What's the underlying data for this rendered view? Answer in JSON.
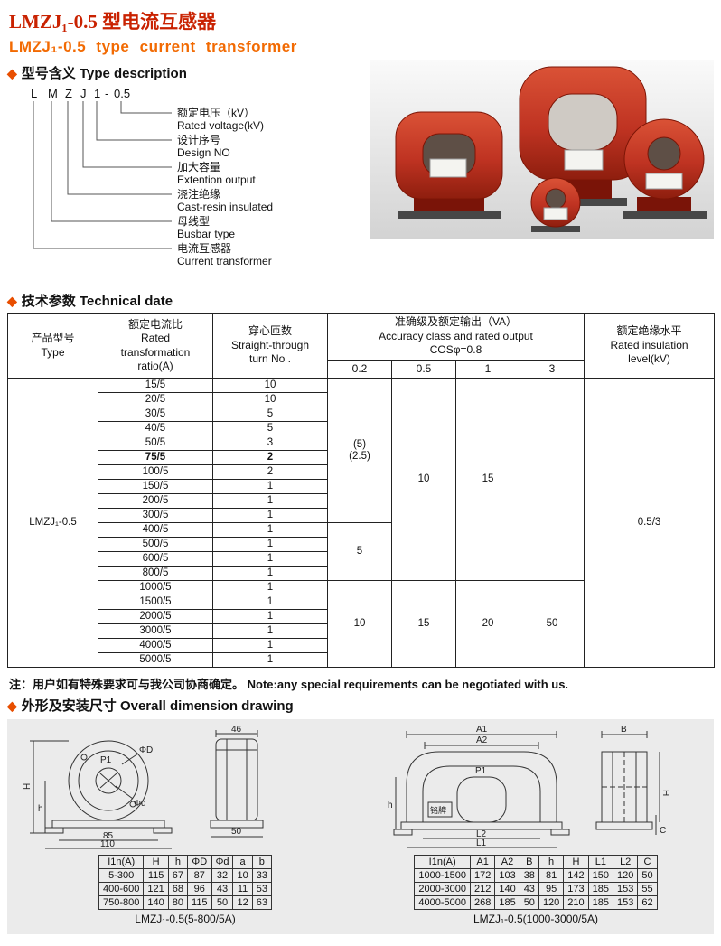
{
  "page": {
    "title_cn": "LMZJ₁-0.5 型电流互感器",
    "title_en": "LMZJ₁-0.5 type current transformer"
  },
  "colors": {
    "title_red": "#c92201",
    "title_orange": "#f26a02",
    "accent": "#e84e00",
    "table_border": "#222222",
    "product_red": "#bf3322",
    "dims_bg": "#ebebeb"
  },
  "sections": {
    "diamond": "◆",
    "type_desc": "型号含义 Type description",
    "tech": "技术参数 Technical date",
    "dims": "外形及安装尺寸 Overall dimension drawing"
  },
  "type_diagram": {
    "code_chars": [
      "L",
      "M",
      "Z",
      "J",
      "1",
      "-",
      "0.5"
    ],
    "labels": [
      {
        "cn": "额定电压（kV）",
        "en": "Rated voltage(kV)"
      },
      {
        "cn": "设计序号",
        "en": "Design NO"
      },
      {
        "cn": "加大容量",
        "en": "Extention output"
      },
      {
        "cn": "浇注绝缘",
        "en": "Cast-resin insulated"
      },
      {
        "cn": "母线型",
        "en": "Busbar type"
      },
      {
        "cn": "电流互感器",
        "en": "Current transformer"
      }
    ]
  },
  "tech_table": {
    "headers": {
      "type": "产品型号\nType",
      "ratio": "额定电流比\nRated\ntransformation\nratio(A)",
      "turns": "穿心匝数\nStraight-through\nturn No .",
      "accuracy": "准确级及额定输出（VA）\nAccuracy class and rated output\nCOSφ=0.8",
      "acc_cols": [
        "0.2",
        "0.5",
        "1",
        "3"
      ],
      "insulation": "额定绝缘水平\nRated insulation\nlevel(kV)"
    },
    "type_value": "LMZJ₁-0.5",
    "insulation_value": "0.5/3",
    "rows": [
      {
        "ratio": "15/5",
        "turns": "10"
      },
      {
        "ratio": "20/5",
        "turns": "10"
      },
      {
        "ratio": "30/5",
        "turns": "5"
      },
      {
        "ratio": "40/5",
        "turns": "5"
      },
      {
        "ratio": "50/5",
        "turns": "3"
      },
      {
        "ratio": "75/5",
        "turns": "2",
        "bold": true
      },
      {
        "ratio": "100/5",
        "turns": "2"
      },
      {
        "ratio": "150/5",
        "turns": "1"
      },
      {
        "ratio": "200/5",
        "turns": "1"
      },
      {
        "ratio": "300/5",
        "turns": "1"
      },
      {
        "ratio": "400/5",
        "turns": "1"
      },
      {
        "ratio": "500/5",
        "turns": "1"
      },
      {
        "ratio": "600/5",
        "turns": "1"
      },
      {
        "ratio": "800/5",
        "turns": "1"
      },
      {
        "ratio": "1000/5",
        "turns": "1"
      },
      {
        "ratio": "1500/5",
        "turns": "1"
      },
      {
        "ratio": "2000/5",
        "turns": "1"
      },
      {
        "ratio": "3000/5",
        "turns": "1"
      },
      {
        "ratio": "4000/5",
        "turns": "1"
      },
      {
        "ratio": "5000/5",
        "turns": "1"
      }
    ],
    "merged": [
      {
        "row": 0,
        "rowspan": 10,
        "value": "(5)\n(2.5)"
      },
      {
        "row": 0,
        "rowspan": 14,
        "value": "10"
      },
      {
        "row": 0,
        "rowspan": 14,
        "value": "15"
      },
      {
        "row": 0,
        "rowspan": 14,
        "value": ""
      },
      {
        "row": 10,
        "rowspan": 4,
        "value": "5"
      },
      {
        "row": 14,
        "rowspan": 6,
        "value": "10"
      },
      {
        "row": 14,
        "rowspan": 6,
        "value": "15"
      },
      {
        "row": 14,
        "rowspan": 6,
        "value": "20"
      },
      {
        "row": 14,
        "rowspan": 6,
        "value": "50"
      }
    ]
  },
  "note": "注：用户如有特殊要求可与我公司协商确定。 Note:any special requirements can be negotiated with us.",
  "dim_left": {
    "labels": {
      "p1": "P1",
      "phiD": "ΦD",
      "phid": "Φd",
      "H": "H",
      "h": "h",
      "base_inner": "85",
      "base_outer": "110",
      "side_top": "46",
      "side_base": "50"
    },
    "table": {
      "headers": [
        "I1n(A)",
        "H",
        "h",
        "ΦD",
        "Φd",
        "a",
        "b"
      ],
      "rows": [
        [
          "5-300",
          "115",
          "67",
          "87",
          "32",
          "10",
          "33"
        ],
        [
          "400-600",
          "121",
          "68",
          "96",
          "43",
          "11",
          "53"
        ],
        [
          "750-800",
          "140",
          "80",
          "115",
          "50",
          "12",
          "63"
        ]
      ]
    },
    "caption": "LMZJ₁-0.5(5-800/5A)"
  },
  "dim_right": {
    "labels": {
      "A1": "A1",
      "A2": "A2",
      "B": "B",
      "P1": "P1",
      "nameplate": "铭牌",
      "L2": "L2",
      "L1": "L1",
      "h": "h",
      "H": "H",
      "C": "C"
    },
    "table": {
      "headers": [
        "I1n(A)",
        "A1",
        "A2",
        "B",
        "h",
        "H",
        "L1",
        "L2",
        "C"
      ],
      "rows": [
        [
          "1000-1500",
          "172",
          "103",
          "38",
          "81",
          "142",
          "150",
          "120",
          "50"
        ],
        [
          "2000-3000",
          "212",
          "140",
          "43",
          "95",
          "173",
          "185",
          "153",
          "55"
        ],
        [
          "4000-5000",
          "268",
          "185",
          "50",
          "120",
          "210",
          "185",
          "153",
          "62"
        ]
      ]
    },
    "caption": "LMZJ₁-0.5(1000-3000/5A)"
  }
}
